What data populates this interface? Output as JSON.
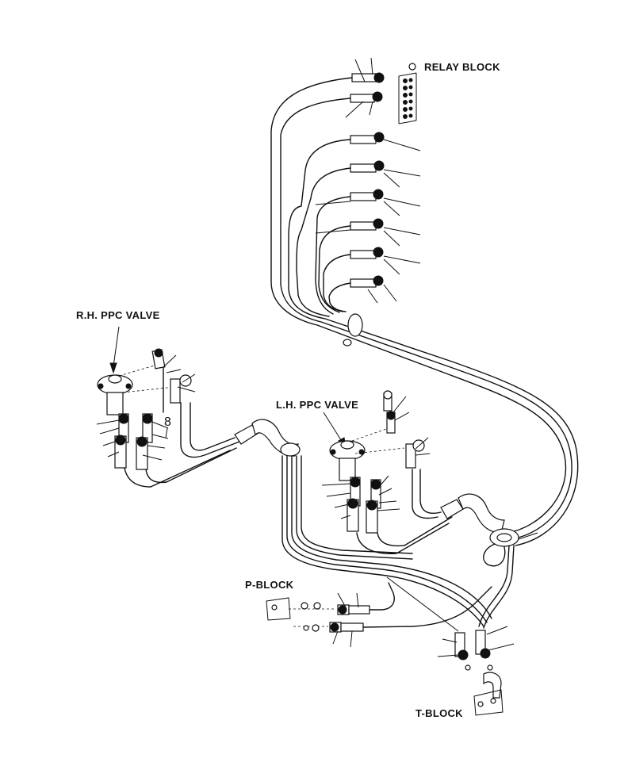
{
  "labels": {
    "relay_block": "RELAY BLOCK",
    "rh_ppc_valve": "R.H. PPC VALVE",
    "lh_ppc_valve": "L.H. PPC VALVE",
    "p_block": "P-BLOCK",
    "t_block": "T-BLOCK",
    "part_number": "8"
  }
}
